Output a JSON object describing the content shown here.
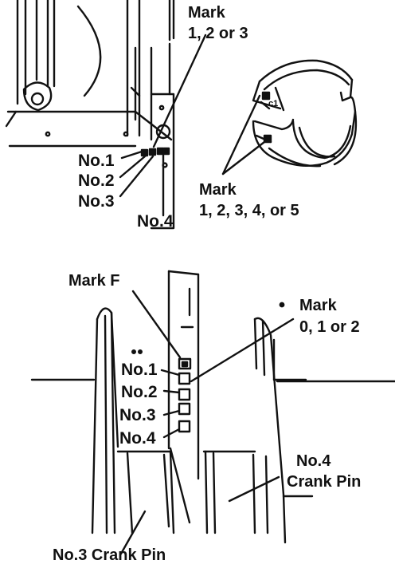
{
  "top": {
    "block_mark_title": "Mark",
    "block_mark_values": "1, 2 or 3",
    "journal_labels": [
      "No.1",
      "No.2",
      "No.3",
      "No.4"
    ],
    "bearing_mark_title": "Mark",
    "bearing_mark_values": "1, 2, 3, 4, or 5",
    "bearing_tab_glyph": "c1"
  },
  "bottom": {
    "mark_f_label": "Mark F",
    "pin_mark_title": "Mark",
    "pin_mark_values": "0, 1 or 2",
    "pin_labels": [
      "No.1",
      "No.2",
      "No.3",
      "No.4"
    ],
    "crank_pin_4_line1": "No.4",
    "crank_pin_4_line2": "Crank Pin",
    "crank_pin_3": "No.3 Crank Pin"
  },
  "colors": {
    "ink": "#111111",
    "paper": "#ffffff"
  }
}
